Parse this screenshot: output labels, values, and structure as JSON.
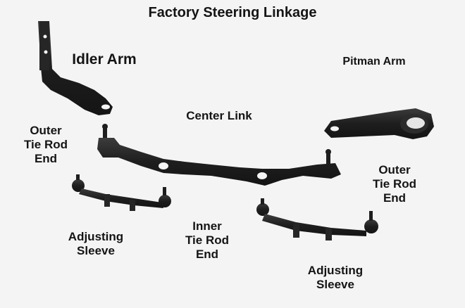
{
  "title": "Factory Steering Linkage",
  "labels": {
    "idler_arm": "Idler Arm",
    "pitman_arm": "Pitman Arm",
    "center_link": "Center Link",
    "outer_tie_rod_end_left": "Outer\nTie Rod\nEnd",
    "outer_tie_rod_end_right": "Outer\nTie Rod\nEnd",
    "inner_tie_rod_end": "Inner\nTie Rod\nEnd",
    "adjusting_sleeve_left": "Adjusting\nSleeve",
    "adjusting_sleeve_right": "Adjusting\nSleeve"
  },
  "colors": {
    "background": "#f4f4f4",
    "text": "#141414",
    "part_fill": "#1e1e1e",
    "part_highlight": "#3c3c3c"
  }
}
